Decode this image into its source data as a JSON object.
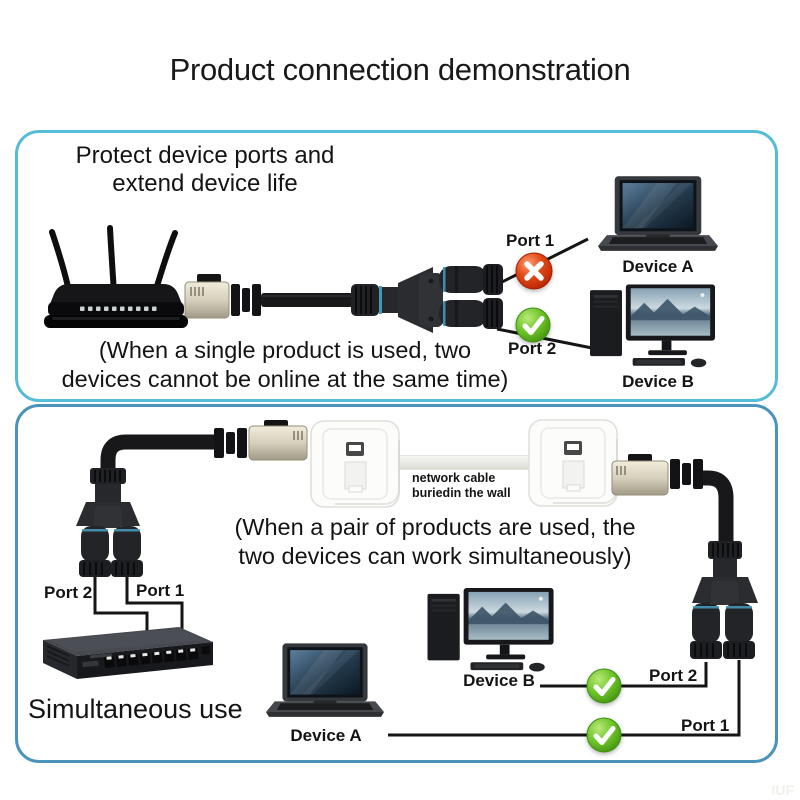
{
  "title": "Product connection demonstration",
  "watermark": "IUF",
  "colors": {
    "panel_single_border": "#55bdd8",
    "panel_pair_border": "#4a93ba",
    "error_red": "#d23a12",
    "success_green": "#5eb422",
    "splitter_ring_blue": "#4598b8",
    "text": "#161616"
  },
  "icons": {
    "error": "red-x-circle",
    "success": "green-check-circle"
  },
  "panel_single": {
    "heading_line1": "Protect device ports and",
    "heading_line2": "extend device life",
    "port1": "Port 1",
    "port2": "Port 2",
    "device_a": "Device A",
    "device_b": "Device B",
    "caption_line1": "(When a single product is used, two",
    "caption_line2": "devices cannot be online at the same time)"
  },
  "panel_pair": {
    "wall_note_line1": "network cable",
    "wall_note_line2": "buriedin the wall",
    "caption_line1": "(When a pair of products are used, the",
    "caption_line2": "two devices can work simultaneously)",
    "port2_switch": "Port 2",
    "port1_switch": "Port 1",
    "port2_splitter": "Port 2",
    "port1_splitter": "Port 1",
    "device_a": "Device A",
    "device_b": "Device B",
    "bottom_caption": "Simultaneous use"
  }
}
